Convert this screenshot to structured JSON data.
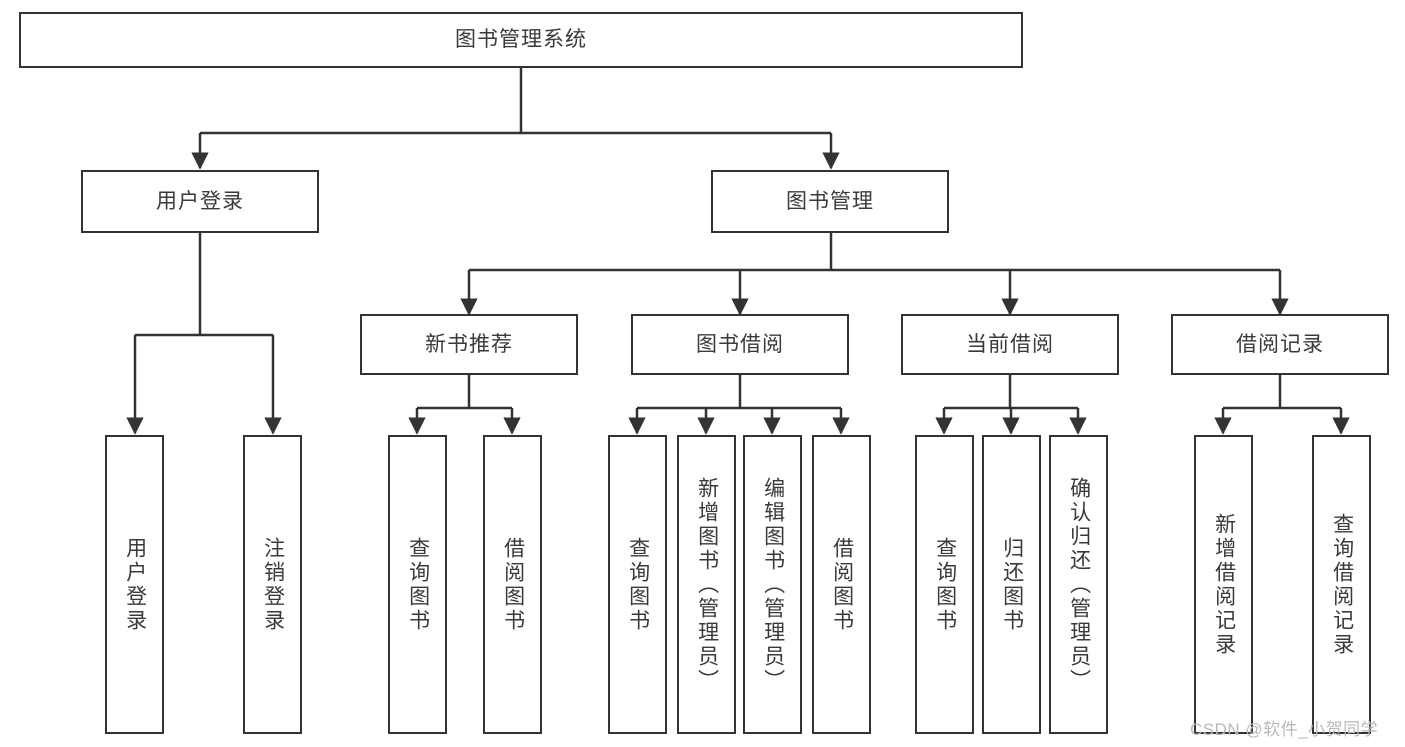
{
  "diagram": {
    "title_box": {
      "label": "图书管理系统"
    },
    "level1": [
      {
        "id": "user-login",
        "label": "用户登录"
      },
      {
        "id": "book-management",
        "label": "图书管理"
      }
    ],
    "level2": [
      {
        "id": "new-book-recommend",
        "label": "新书推荐"
      },
      {
        "id": "book-borrow",
        "label": "图书借阅"
      },
      {
        "id": "current-borrow",
        "label": "当前借阅"
      },
      {
        "id": "borrow-record",
        "label": "借阅记录"
      }
    ],
    "leaves": {
      "user_login": [
        {
          "id": "leaf-user-login",
          "label": "用户登录"
        },
        {
          "id": "leaf-logout-login",
          "label": "注销登录"
        }
      ],
      "new_book_recommend": [
        {
          "id": "leaf-query-book-1",
          "label": "查询图书"
        },
        {
          "id": "leaf-borrow-book-1",
          "label": "借阅图书"
        }
      ],
      "book_borrow": [
        {
          "id": "leaf-query-book-2",
          "label": "查询图书"
        },
        {
          "id": "leaf-add-book",
          "label": "新增图书（管理员）"
        },
        {
          "id": "leaf-edit-book",
          "label": "编辑图书（管理员）"
        },
        {
          "id": "leaf-borrow-book-2",
          "label": "借阅图书"
        }
      ],
      "current_borrow": [
        {
          "id": "leaf-query-book-3",
          "label": "查询图书"
        },
        {
          "id": "leaf-return-book",
          "label": "归还图书"
        },
        {
          "id": "leaf-confirm-return",
          "label": "确认归还（管理员）"
        }
      ],
      "borrow_record": [
        {
          "id": "leaf-add-record",
          "label": "新增借阅记录"
        },
        {
          "id": "leaf-query-record",
          "label": "查询借阅记录"
        }
      ]
    },
    "watermark": {
      "text": "CSDN @软件_小贺同学"
    },
    "colors": {
      "stroke": "#333333",
      "text": "#3a3a3a",
      "background": "#ffffff",
      "watermark": "#b9b9b9"
    }
  }
}
